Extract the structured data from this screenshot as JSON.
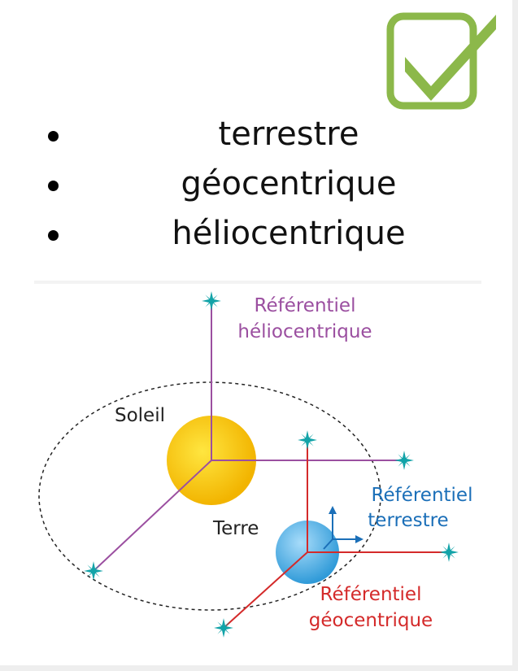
{
  "checkbox": {
    "icon": "checkbox-checked-icon",
    "color": "#8cb84a"
  },
  "bullets": [
    {
      "label": "terrestre"
    },
    {
      "label": "géocentrique"
    },
    {
      "label": "héliocentrique"
    }
  ],
  "diagram": {
    "sun_label": "Soleil",
    "earth_label": "Terre",
    "helio_label_line1": "Référentiel",
    "helio_label_line2": "héliocentrique",
    "terrestre_label_line1": "Référentiel",
    "terrestre_label_line2": "terrestre",
    "geo_label_line1": "Référentiel",
    "geo_label_line2": "géocentrique",
    "colors": {
      "helio": "#9b4fa0",
      "terrestre": "#1b6fb8",
      "geo": "#d42a2a",
      "star": "#12a3a8",
      "sun": "#f5c600",
      "earth": "#4fb0e6"
    }
  }
}
